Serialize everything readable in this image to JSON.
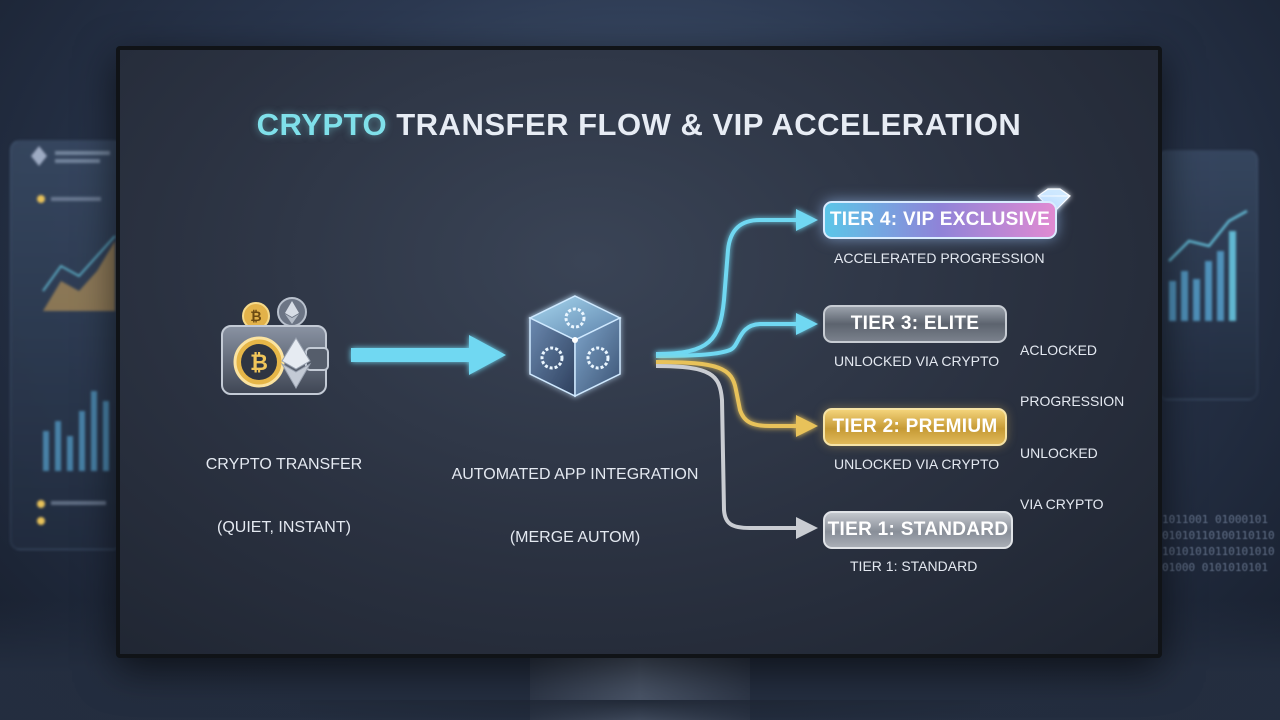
{
  "title": {
    "accent": "CRYPTO",
    "rest": " TRANSFER FLOW & VIP ACCELERATION"
  },
  "source": {
    "caption_line1": "CRYPTO TRANSFER",
    "caption_line2": "(QUIET, INSTANT)",
    "icon": "crypto-wallet-icon"
  },
  "hub": {
    "caption_line1": "AUTOMATED APP INTEGRATION",
    "caption_line2": "(MERGE AUTOM)",
    "icon": "gear-cube-icon"
  },
  "tiers": [
    {
      "label": "TIER 4: VIP EXCLUSIVE",
      "subtitle": "ACCELERATED PROGRESSION",
      "side_note": "",
      "color": "#9b8ad8",
      "icon": "diamond-icon"
    },
    {
      "label": "TIER 3: ELITE",
      "subtitle": "UNLOCKED VIA CRYPTO",
      "side_note_line1": "ACLOCKED",
      "side_note_line2": "PROGRESSION",
      "color": "#6b727d"
    },
    {
      "label": "TIER 2: PREMIUM",
      "subtitle": "UNLOCKED VIA CRYPTO",
      "side_note_line1": "UNLOCKED",
      "side_note_line2": "VIA CRYPTO",
      "color": "#d4a845"
    },
    {
      "label": "TIER 1: STANDARD",
      "subtitle": "TIER 1: STANDARD",
      "color": "#a4a9b1"
    }
  ],
  "colors": {
    "cyan_arrow": "#6fd8f2",
    "gold_arrow": "#e8c25a",
    "grey_arrow": "#c9ccd2"
  },
  "background": {
    "binary_text": "1011001 01000101\n01010110100110110\n10101010110101010\n01000 0101010101"
  }
}
